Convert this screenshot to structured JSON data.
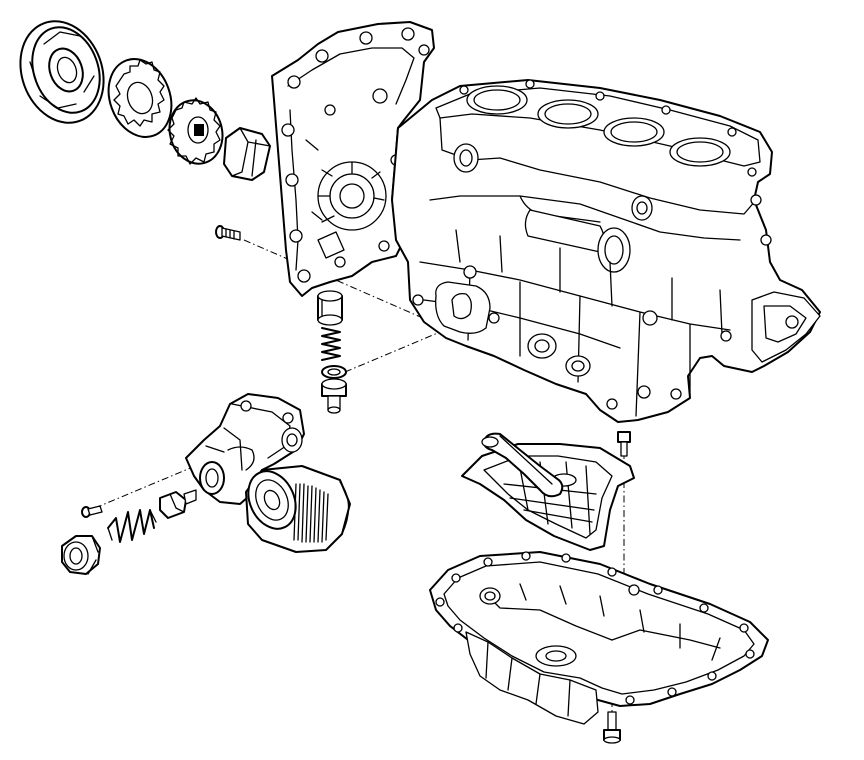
{
  "diagram": {
    "background": "#ffffff",
    "line_color": "#000000",
    "parts": [
      "crankshaft-pulley",
      "crankshaft-sprocket",
      "timing-sprocket",
      "sprocket-key",
      "cylinder-block",
      "block-mounting-bolt",
      "relief-valve-plunger",
      "relief-valve-spring",
      "sealing-washer",
      "filter-union-bolt",
      "oil-filter-housing",
      "oil-filter",
      "housing-screw",
      "bypass-valve-spring",
      "plug-sealing-washer",
      "sealing-plug",
      "oil-pickup-tube",
      "oil-baffle-plate",
      "baffle-bolt",
      "oil-sump-pan",
      "drain-plug"
    ]
  }
}
